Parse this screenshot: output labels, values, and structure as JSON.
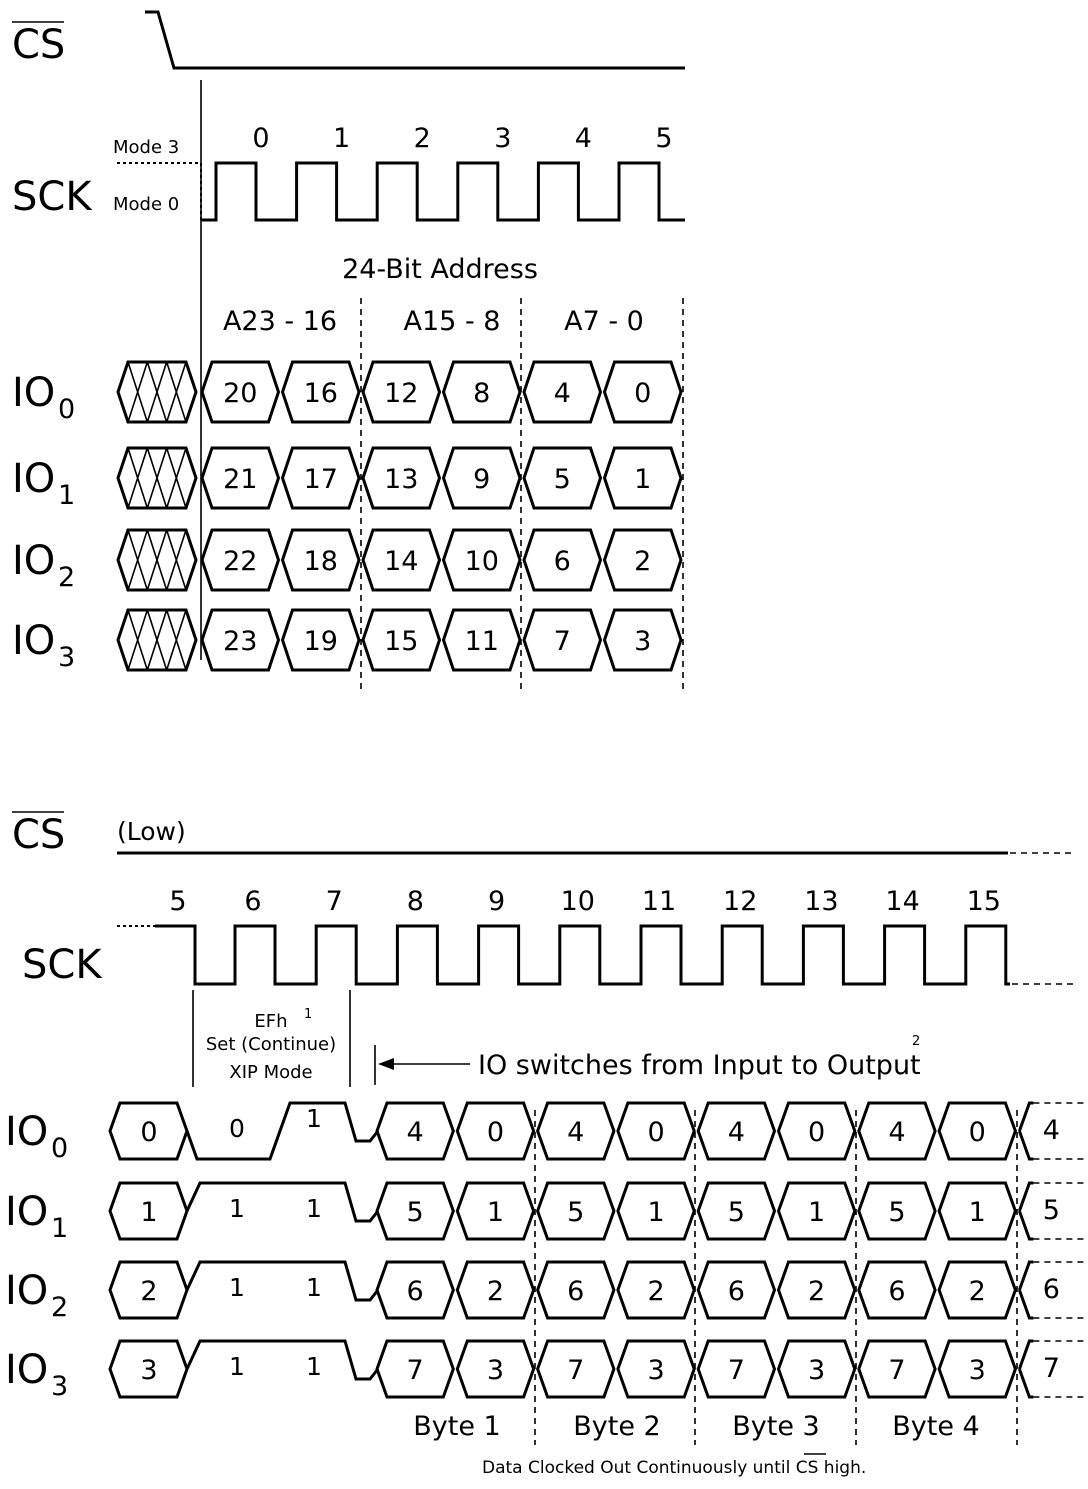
{
  "top": {
    "cs_label": "CS",
    "sck_label": "SCK",
    "mode3_label": "Mode 3",
    "mode0_label": "Mode 0",
    "clock_numbers": [
      "0",
      "1",
      "2",
      "3",
      "4",
      "5"
    ],
    "address_title": "24-Bit Address",
    "address_groups": [
      "A23 - 16",
      "A15 - 8",
      "A7 - 0"
    ],
    "io_rows": [
      {
        "name": "IO",
        "sub": "0",
        "values": [
          "20",
          "16",
          "12",
          "8",
          "4",
          "0"
        ]
      },
      {
        "name": "IO",
        "sub": "1",
        "values": [
          "21",
          "17",
          "13",
          "9",
          "5",
          "1"
        ]
      },
      {
        "name": "IO",
        "sub": "2",
        "values": [
          "22",
          "18",
          "14",
          "10",
          "6",
          "2"
        ]
      },
      {
        "name": "IO",
        "sub": "3",
        "values": [
          "23",
          "19",
          "15",
          "11",
          "7",
          "3"
        ]
      }
    ]
  },
  "bottom": {
    "cs_label": "CS",
    "cs_state": "(Low)",
    "sck_label": "SCK",
    "clock_numbers": [
      "5",
      "6",
      "7",
      "8",
      "9",
      "10",
      "11",
      "12",
      "13",
      "14",
      "15"
    ],
    "efh_label": "EFh",
    "efh_note": "1",
    "set_label": "Set (Continue)",
    "xip_label": "XIP Mode",
    "switch_label": "IO switches from Input to Output",
    "switch_note": "2",
    "io_rows": [
      {
        "name": "IO",
        "sub": "0",
        "first": "0",
        "mode_bits": [
          "0",
          "1"
        ],
        "values": [
          "4",
          "0",
          "4",
          "0",
          "4",
          "0",
          "4",
          "0"
        ],
        "tail": "4"
      },
      {
        "name": "IO",
        "sub": "1",
        "first": "1",
        "mode_bits": [
          "1",
          "1"
        ],
        "values": [
          "5",
          "1",
          "5",
          "1",
          "5",
          "1",
          "5",
          "1"
        ],
        "tail": "5"
      },
      {
        "name": "IO",
        "sub": "2",
        "first": "2",
        "mode_bits": [
          "1",
          "1"
        ],
        "values": [
          "6",
          "2",
          "6",
          "2",
          "6",
          "2",
          "6",
          "2"
        ],
        "tail": "6"
      },
      {
        "name": "IO",
        "sub": "3",
        "first": "3",
        "mode_bits": [
          "1",
          "1"
        ],
        "values": [
          "7",
          "3",
          "7",
          "3",
          "7",
          "3",
          "7",
          "3"
        ],
        "tail": "7"
      }
    ],
    "byte_labels": [
      "Byte 1",
      "Byte 2",
      "Byte 3",
      "Byte 4"
    ],
    "footer_prefix": "Data Clocked Out Continuously until ",
    "footer_cs": "CS",
    "footer_suffix": " high."
  }
}
